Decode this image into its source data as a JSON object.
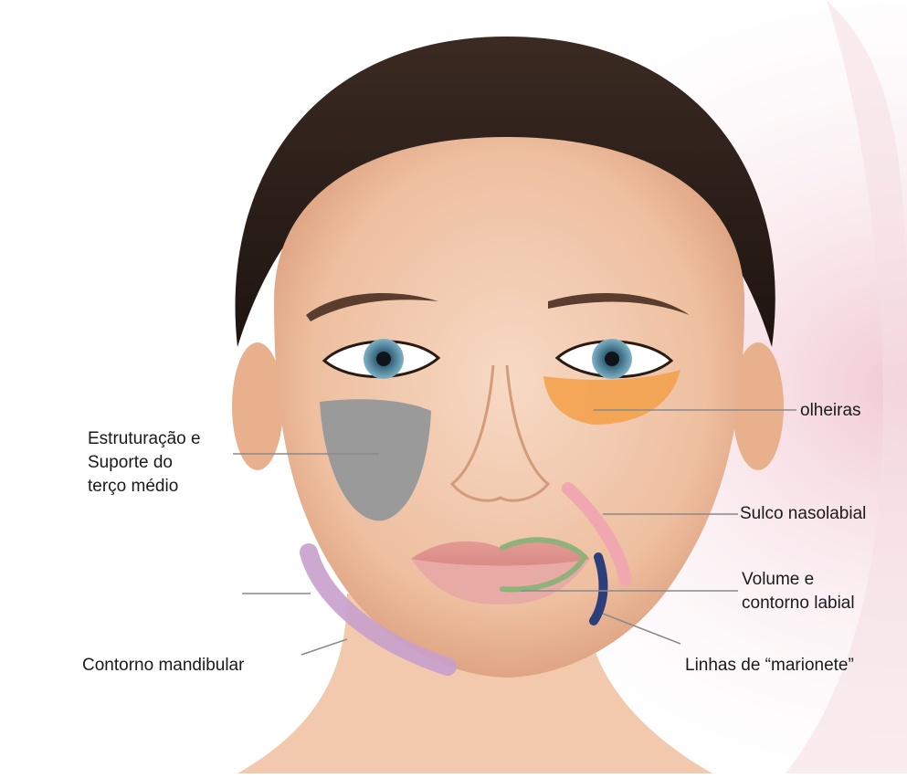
{
  "labels": {
    "middle_third": [
      "Estruturação e",
      "Suporte do",
      "terço médio"
    ],
    "dark_circles": "olheiras",
    "nasolabial": "Sulco nasolabial",
    "lip_volume": [
      "Volume e",
      "contorno labial"
    ],
    "jawline": "Contorno mandibular",
    "marionette": "Linhas de “marionete”"
  },
  "colors": {
    "middle_third_zone": "#9a9a9a",
    "dark_circles_zone": "#f3a24d",
    "nasolabial_zone": "#f0a7b0",
    "lip_zone": "#8fb27a",
    "marionette_zone": "#2c3f7a",
    "jawline_zone": "#c8a0cc",
    "leader_line": "#8a8a8a"
  }
}
